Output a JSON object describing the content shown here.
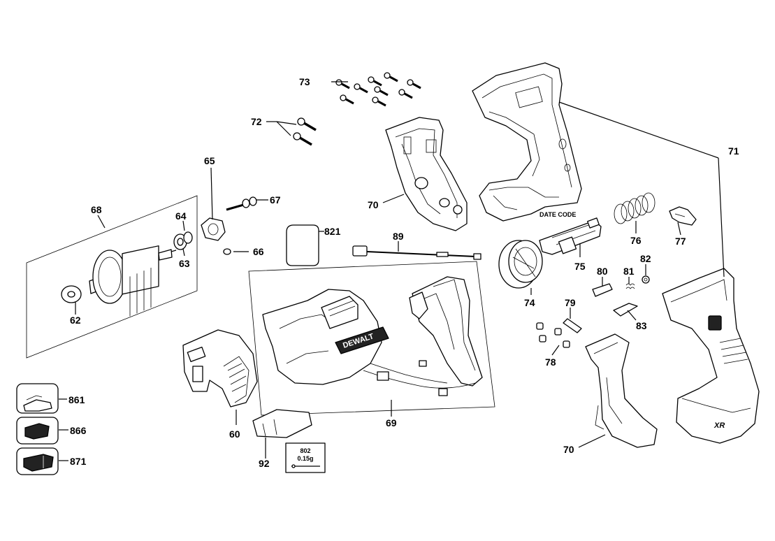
{
  "diagram": {
    "callouts": {
      "c60": "60",
      "c62": "62",
      "c63": "63",
      "c64": "64",
      "c65": "65",
      "c66": "66",
      "c67": "67",
      "c68": "68",
      "c69": "69",
      "c70a": "70",
      "c70b": "70",
      "c71": "71",
      "c72": "72",
      "c73": "73",
      "c74": "74",
      "c75": "75",
      "c76": "76",
      "c77": "77",
      "c78": "78",
      "c79": "79",
      "c80": "80",
      "c81": "81",
      "c82": "82",
      "c83": "83",
      "c89": "89",
      "c92": "92",
      "c821": "821",
      "c861": "861",
      "c866": "866",
      "c871": "871"
    },
    "date_code_label": "DATE CODE",
    "brand_text": "DEWALT",
    "grease_box": {
      "part": "802",
      "amount": "0.15g"
    },
    "battery_badge": "XR"
  }
}
